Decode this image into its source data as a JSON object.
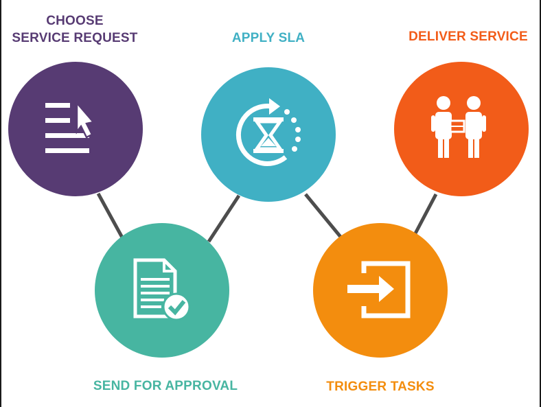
{
  "colors": {
    "choose": "#573b73",
    "apply": "#40b0c4",
    "deliver": "#f25c19",
    "approval": "#47b5a1",
    "trigger": "#f38d0e",
    "connector": "#4d4d4d"
  },
  "steps": [
    {
      "id": "choose",
      "label_lines": [
        "CHOOSE",
        "SERVICE REQUEST"
      ],
      "icon": "menu-cursor-icon"
    },
    {
      "id": "apply",
      "label": "APPLY SLA",
      "icon": "hourglass-refresh-icon"
    },
    {
      "id": "deliver",
      "label": "DELIVER SERVICE",
      "icon": "people-handover-icon"
    },
    {
      "id": "approval",
      "label": "SEND FOR APPROVAL",
      "icon": "document-check-icon"
    },
    {
      "id": "trigger",
      "label": "TRIGGER TASKS",
      "icon": "enter-arrow-icon"
    }
  ]
}
